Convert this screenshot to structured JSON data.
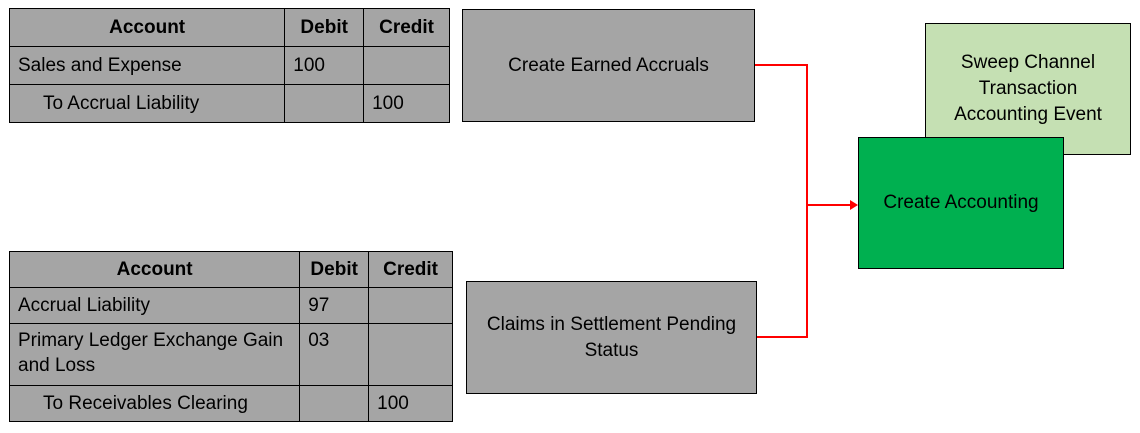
{
  "colors": {
    "table_fill": "#a5a5a5",
    "process_fill": "#a5a5a5",
    "event_fill": "#c5e0b3",
    "accounting_fill": "#00b050",
    "connector": "#ff0000",
    "border": "#000000"
  },
  "tables": [
    {
      "headers": [
        "Account",
        "Debit",
        "Credit"
      ],
      "rows": [
        {
          "account": "Sales and Expense",
          "debit": "100",
          "credit": ""
        },
        {
          "account": "To Accrual Liability",
          "debit": "",
          "credit": "100"
        }
      ]
    },
    {
      "headers": [
        "Account",
        "Debit",
        "Credit"
      ],
      "rows": [
        {
          "account": "Accrual Liability",
          "debit": "97",
          "credit": ""
        },
        {
          "account": "Primary Ledger Exchange Gain and Loss",
          "debit": "03",
          "credit": ""
        },
        {
          "account": "To Receivables Clearing",
          "debit": "",
          "credit": "100"
        }
      ]
    }
  ],
  "nodes": {
    "earned_accruals": "Create Earned Accruals",
    "claims_settlement": "Claims in Settlement Pending Status",
    "sweep_event": "Sweep Channel Transaction Accounting Event",
    "create_accounting": "Create Accounting"
  },
  "connectors": [
    {
      "from": "Create Earned Accruals",
      "to": "Create Accounting"
    },
    {
      "from": "Claims in Settlement Pending Status",
      "to": "Create Accounting"
    }
  ]
}
